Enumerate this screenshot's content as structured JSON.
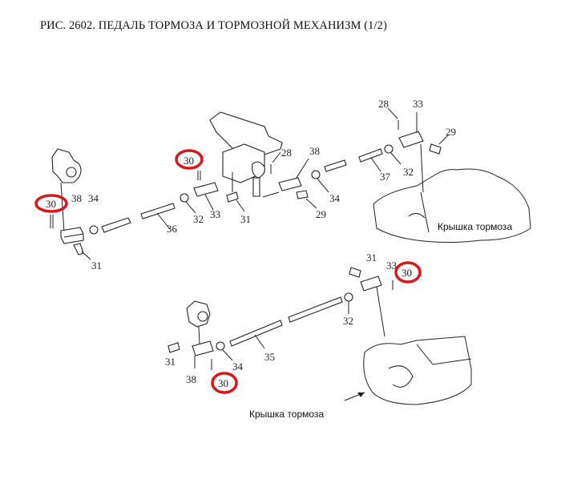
{
  "title": "РИС. 2602. ПЕДАЛЬ ТОРМОЗА И ТОРМОЗНОЙ МЕХАНИЗМ (1/2)",
  "highlight_color": "#d81818",
  "captions": {
    "top": "Крышка тормоза",
    "bottom": "Крышка тормоза"
  },
  "top_callouts": {
    "c30a": "30",
    "c38a": "38",
    "c34a": "34",
    "c31a": "31",
    "c36": "36",
    "c32a": "32",
    "c33a": "33",
    "c31b": "31",
    "c30b": "30",
    "c28a": "28",
    "c38b": "38",
    "c34b": "34",
    "c29a": "29",
    "c28b": "28",
    "c33b": "33",
    "c29b": "29",
    "c37": "37",
    "c32b": "32"
  },
  "bottom_callouts": {
    "c31a": "31",
    "c33": "33",
    "c30a": "30",
    "c32": "32",
    "c35": "35",
    "c34": "34",
    "c31b": "31",
    "c38": "38",
    "c30b": "30"
  }
}
